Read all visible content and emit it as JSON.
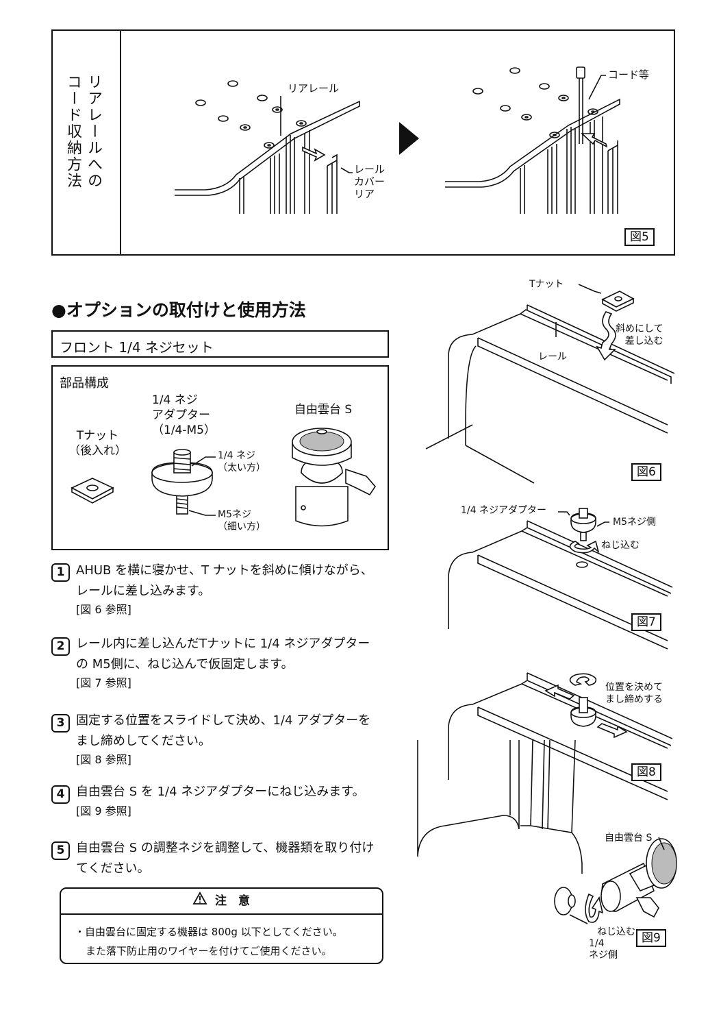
{
  "fig5": {
    "side_title_col1": "リアレールへの",
    "side_title_col2": "コード収納方法",
    "label_rear_rail": "リアレール",
    "label_rail_cover": [
      "レール",
      "カバー",
      "リア"
    ],
    "label_cord": "コード等",
    "fig_no": "図5"
  },
  "options": {
    "heading": "●オプションの取付けと使用方法",
    "product_box": "フロント 1/4 ネジセット",
    "parts_title": "部品構成",
    "parts": {
      "tnut": [
        "Tナット",
        "（後入れ）"
      ],
      "adapter": [
        "1/4 ネジ",
        "アダプター",
        "（1/4-M5）"
      ],
      "adapter_top": [
        "1/4 ネジ",
        "（太い方）"
      ],
      "adapter_bottom": [
        "M5ネジ",
        "（細い方）"
      ],
      "ballhead": "自由雲台 S"
    }
  },
  "steps": [
    {
      "num": "1",
      "line1": "AHUB を横に寝かせ、T ナットを斜めに傾けながら、",
      "line2": "レールに差し込みます。",
      "ref": "[図 6 参照]"
    },
    {
      "num": "2",
      "line1": "レール内に差し込んだTナットに 1/4 ネジアダプター",
      "line2": "の M5側に、ねじ込んで仮固定します。",
      "ref": "[図 7 参照]"
    },
    {
      "num": "3",
      "line1": "固定する位置をスライドして決め、1/4 アダプターを",
      "line2": "まし締めしてください。",
      "ref": "[図 8 参照]"
    },
    {
      "num": "4",
      "line1": "自由雲台 S を 1/4 ネジアダプターにねじ込みます。",
      "line2": "",
      "ref": "[図 9 参照]"
    },
    {
      "num": "5",
      "line1": "自由雲台 S の調整ネジを調整して、機器類を取り付け",
      "line2": "てください。",
      "ref": ""
    }
  ],
  "caution": {
    "title": "注　意",
    "line1": "・自由雲台に固定する機器は 800g 以下としてください。",
    "line2": "また落下防止用のワイヤーを付けてご使用ください。"
  },
  "fig6": {
    "tnut": "Tナット",
    "angle": [
      "斜めにして",
      "差し込む"
    ],
    "rail": "レール",
    "fig_no": "図6"
  },
  "fig7": {
    "adapter": "1/4 ネジアダプター",
    "m5side": "M5ネジ側",
    "screw_in": "ねじ込む",
    "fig_no": "図7"
  },
  "fig8": {
    "position": [
      "位置を決めて",
      "まし締めする"
    ],
    "fig_no": "図8"
  },
  "fig9": {
    "ballhead": "自由雲台 S",
    "screw_in": "ねじ込む",
    "side": [
      "1/4",
      "ネジ側"
    ],
    "fig_no": "図9"
  }
}
